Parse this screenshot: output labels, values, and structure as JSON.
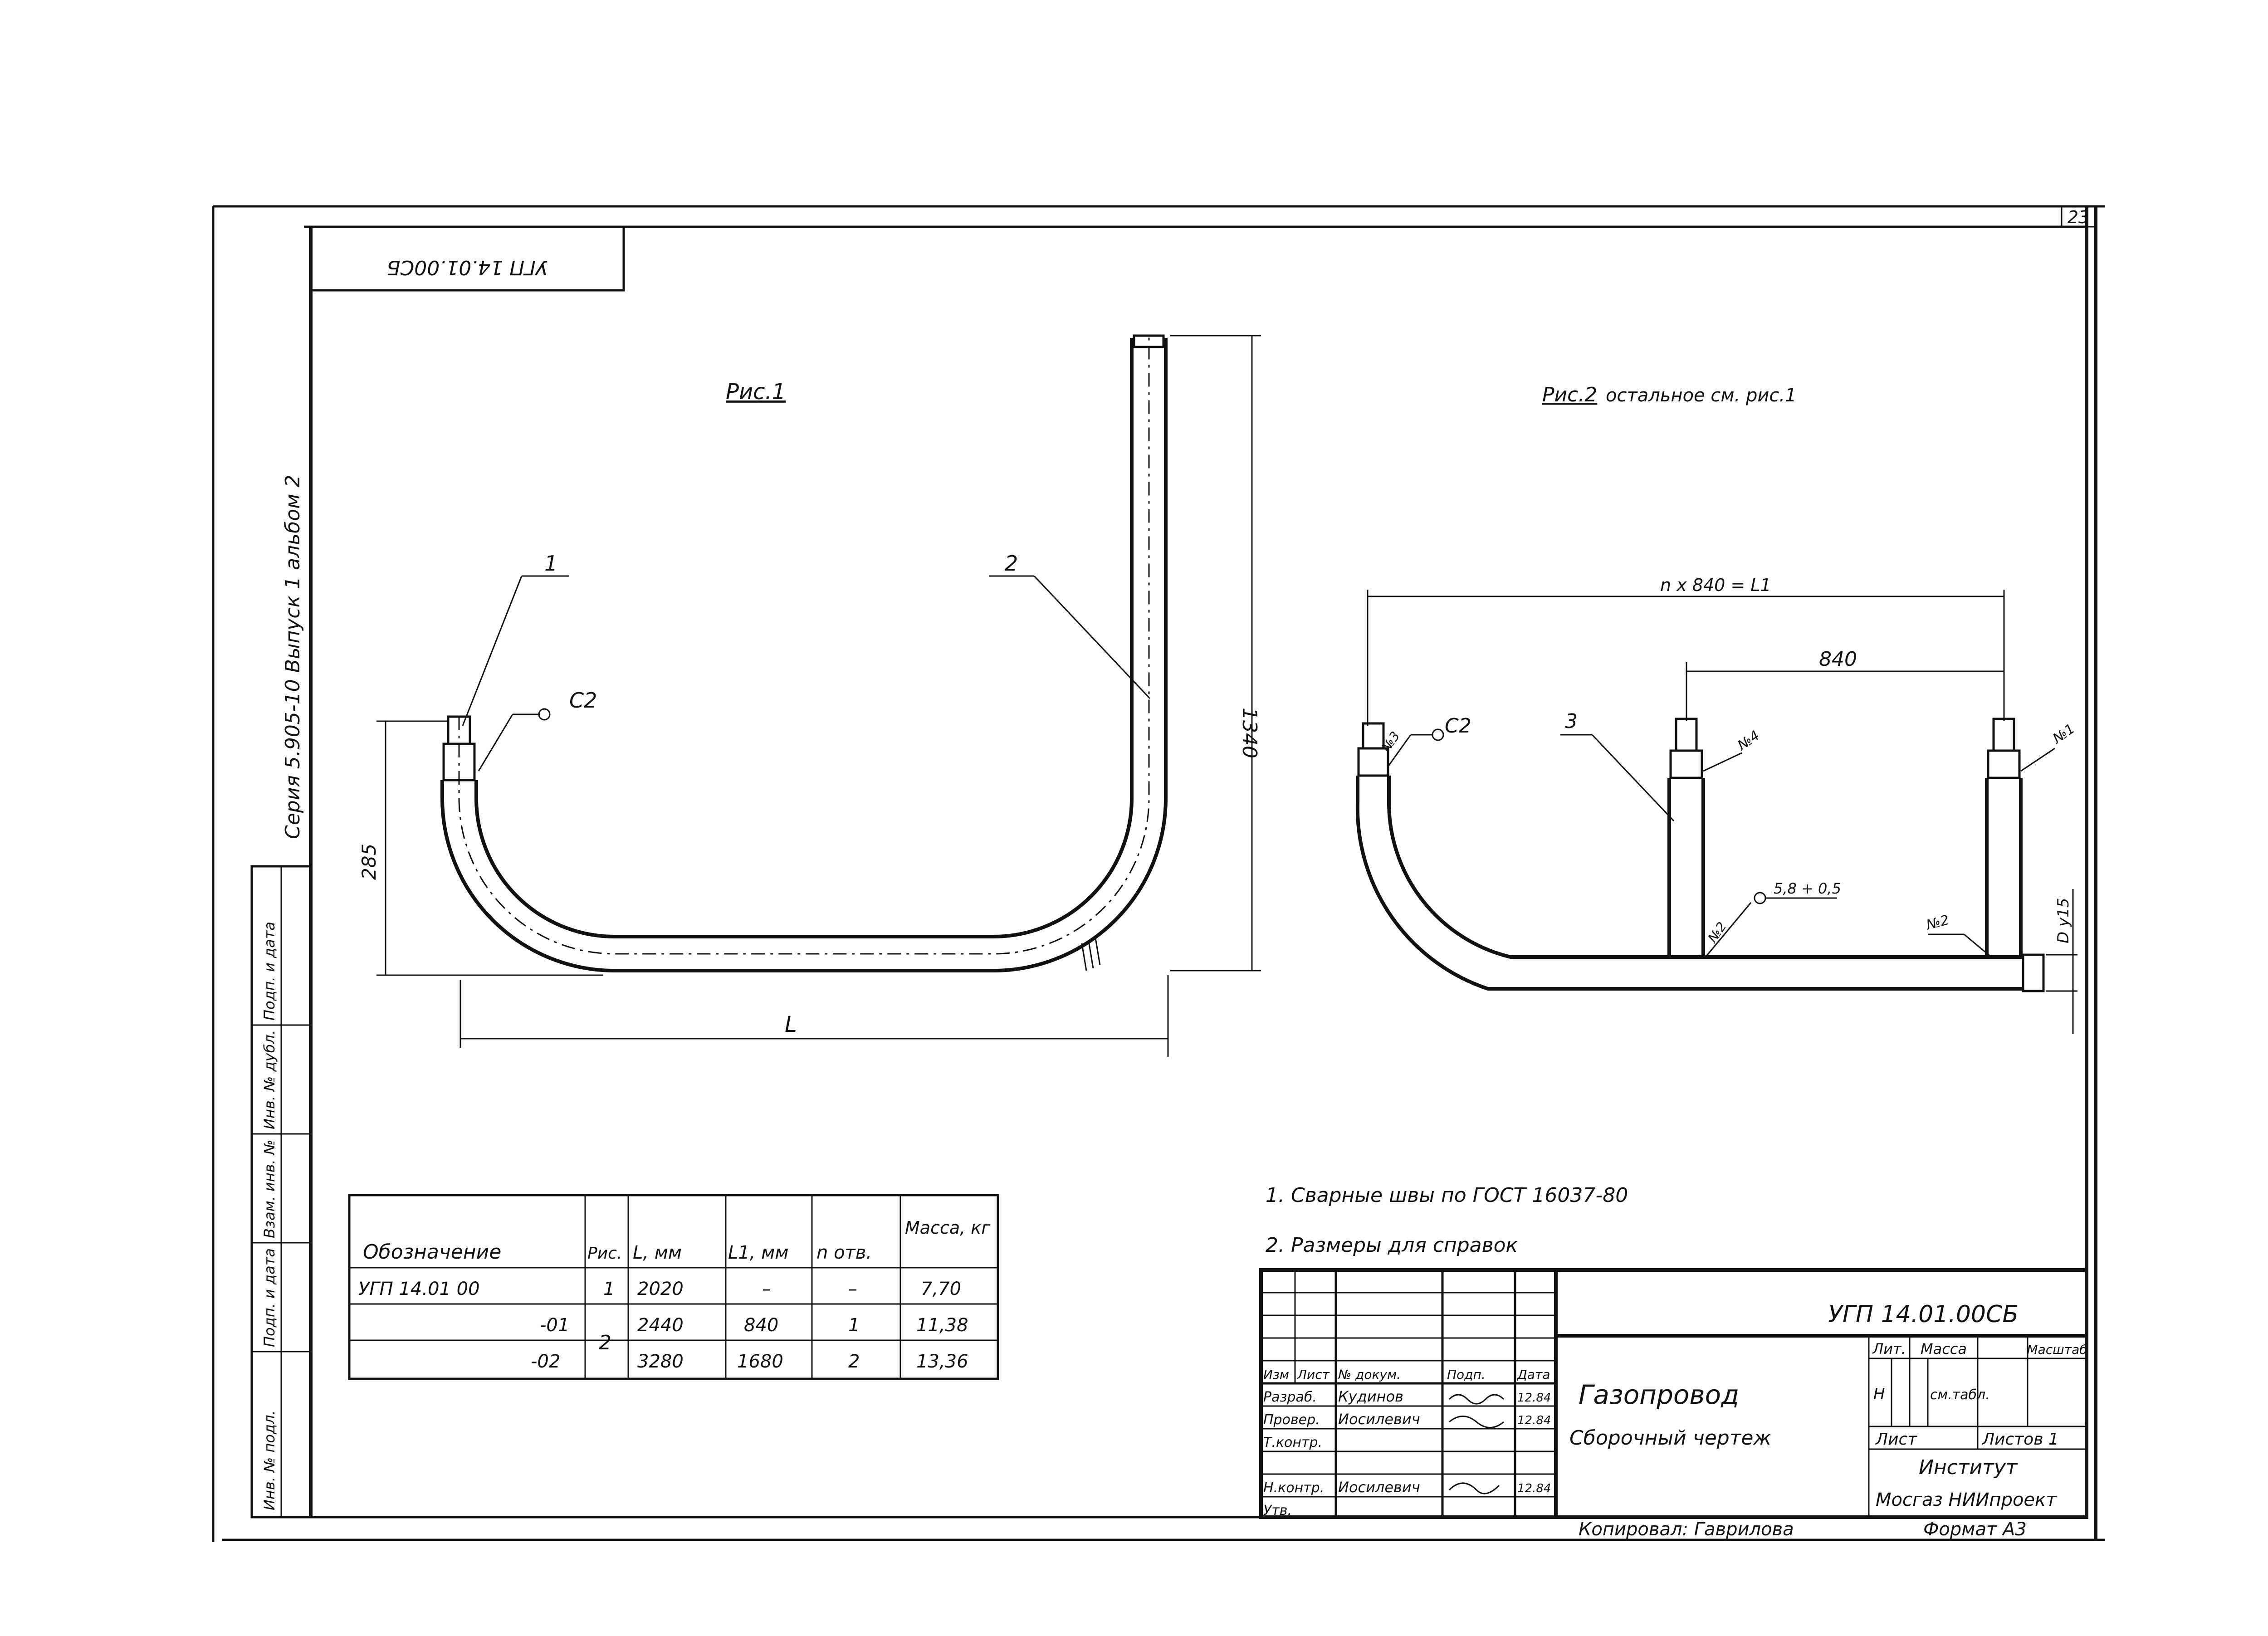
{
  "sheet_number": "23",
  "stamp_code_rotated": "УГП 14.01.00СБ",
  "series_text": "Серия 5.905-10   Выпуск 1   альбом 2",
  "side_stamp": [
    "Инв. № подл.",
    "Подп. и дата",
    "Взам. инв. №",
    "Инв. № дубл.",
    "Подп. и дата"
  ],
  "fig1": {
    "title": "Рис.1",
    "label_1": "1",
    "label_2": "2",
    "weld_mark": "С2",
    "dim_height": "1340",
    "dim_285": "285",
    "dim_L": "L"
  },
  "fig2": {
    "title": "Рис.2",
    "title_note": "остальное см. рис.1",
    "dim_total": "n x 840 = L1",
    "dim_840": "840",
    "weld_mark": "С2",
    "label_3": "3",
    "nums": [
      "№4",
      "№1",
      "№2",
      "№2",
      "№3"
    ],
    "weld_note": "5,8 + 0,5",
    "dn_mark": "D у15"
  },
  "spec_table": {
    "headers": [
      "Обозначение",
      "Рис.",
      "L, мм",
      "L1, мм",
      "n отв.",
      "Масса, кг"
    ],
    "rows": [
      [
        "УГП 14.01 00",
        "1",
        "2020",
        "–",
        "–",
        "7,70"
      ],
      [
        "-01",
        "2",
        "2440",
        "840",
        "1",
        "11,38"
      ],
      [
        "-02",
        "",
        "3280",
        "1680",
        "2",
        "13,36"
      ]
    ]
  },
  "notes": [
    "1. Сварные швы по ГОСТ 16037-80",
    "2. Размеры для справок"
  ],
  "title_block": {
    "doc_code": "УГП 14.01.00СБ",
    "name": "Газопровод",
    "subname": "Сборочный чертеж",
    "rows_labels": [
      "Изм",
      "Лист",
      "№ докум.",
      "Подп.",
      "Дата"
    ],
    "razrab": "Разраб.",
    "razrab_name": "Кудинов",
    "prover": "Провер.",
    "prover_name": "Иосилевич",
    "tkontr": "Т.контр.",
    "nkontr": "Н.контр.",
    "nkontr_name": "Иосилевич",
    "utv": "Утв.",
    "date1": "12.84",
    "date2": "12.84",
    "date3": "12.84",
    "lit_label": "Лит.",
    "mass_label": "Масса",
    "scale_label": "Масштаб",
    "lit_value": "Н",
    "mass_value": "см.табл.",
    "sheet_label": "Лист",
    "sheets_label": "Листов 1",
    "org1": "Институт",
    "org2": "Мосгаз НИИпроект",
    "copied": "Копировал: Гаврилова",
    "format": "Формат А3"
  }
}
